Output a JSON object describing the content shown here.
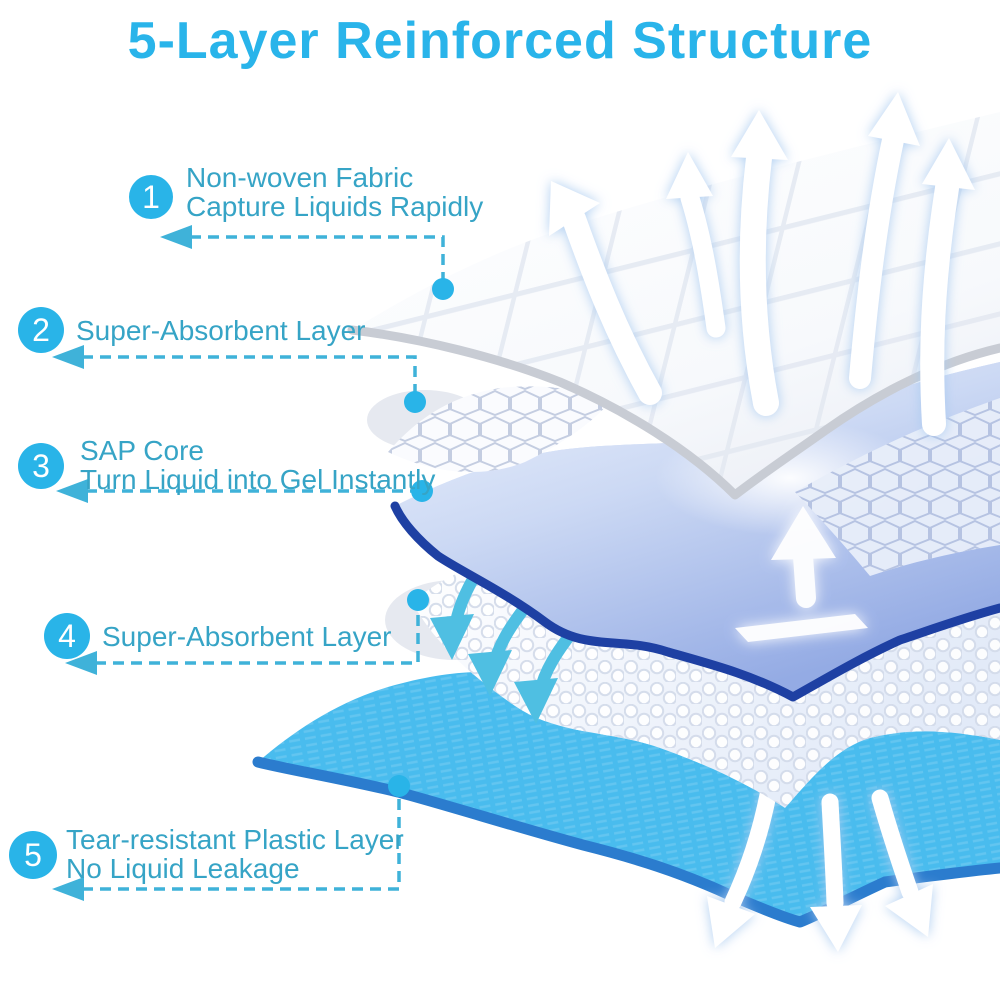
{
  "title": {
    "text": "5-Layer Reinforced Structure",
    "color": "#29b4ea"
  },
  "labels": [
    {
      "number": "1",
      "line1": "Non-woven Fabric",
      "line2": "Capture Liquids Rapidly"
    },
    {
      "number": "2",
      "line1": "Super-Absorbent Layer",
      "line2": ""
    },
    {
      "number": "3",
      "line1": "SAP Core",
      "line2": "Turn Liquid into Gel Instantly"
    },
    {
      "number": "4",
      "line1": "Super-Absorbent Layer",
      "line2": ""
    },
    {
      "number": "5",
      "line1": "Tear-resistant Plastic Layer",
      "line2": "No Liquid Leakage"
    }
  ],
  "colors": {
    "label_text": "#36a4c6",
    "badge_fill": "#29b4e8",
    "badge_number": "#ffffff",
    "connector": "#3fb2d9",
    "sap_core_edge": "#1e40a3",
    "sap_core_dots": "#1b3177",
    "plastic_sheet": "#49bcee",
    "plastic_sheet_edge": "#2b7cce",
    "flow_arrow_cyan": "#4fbfe2",
    "flow_arrow_white": "#ffffff"
  }
}
